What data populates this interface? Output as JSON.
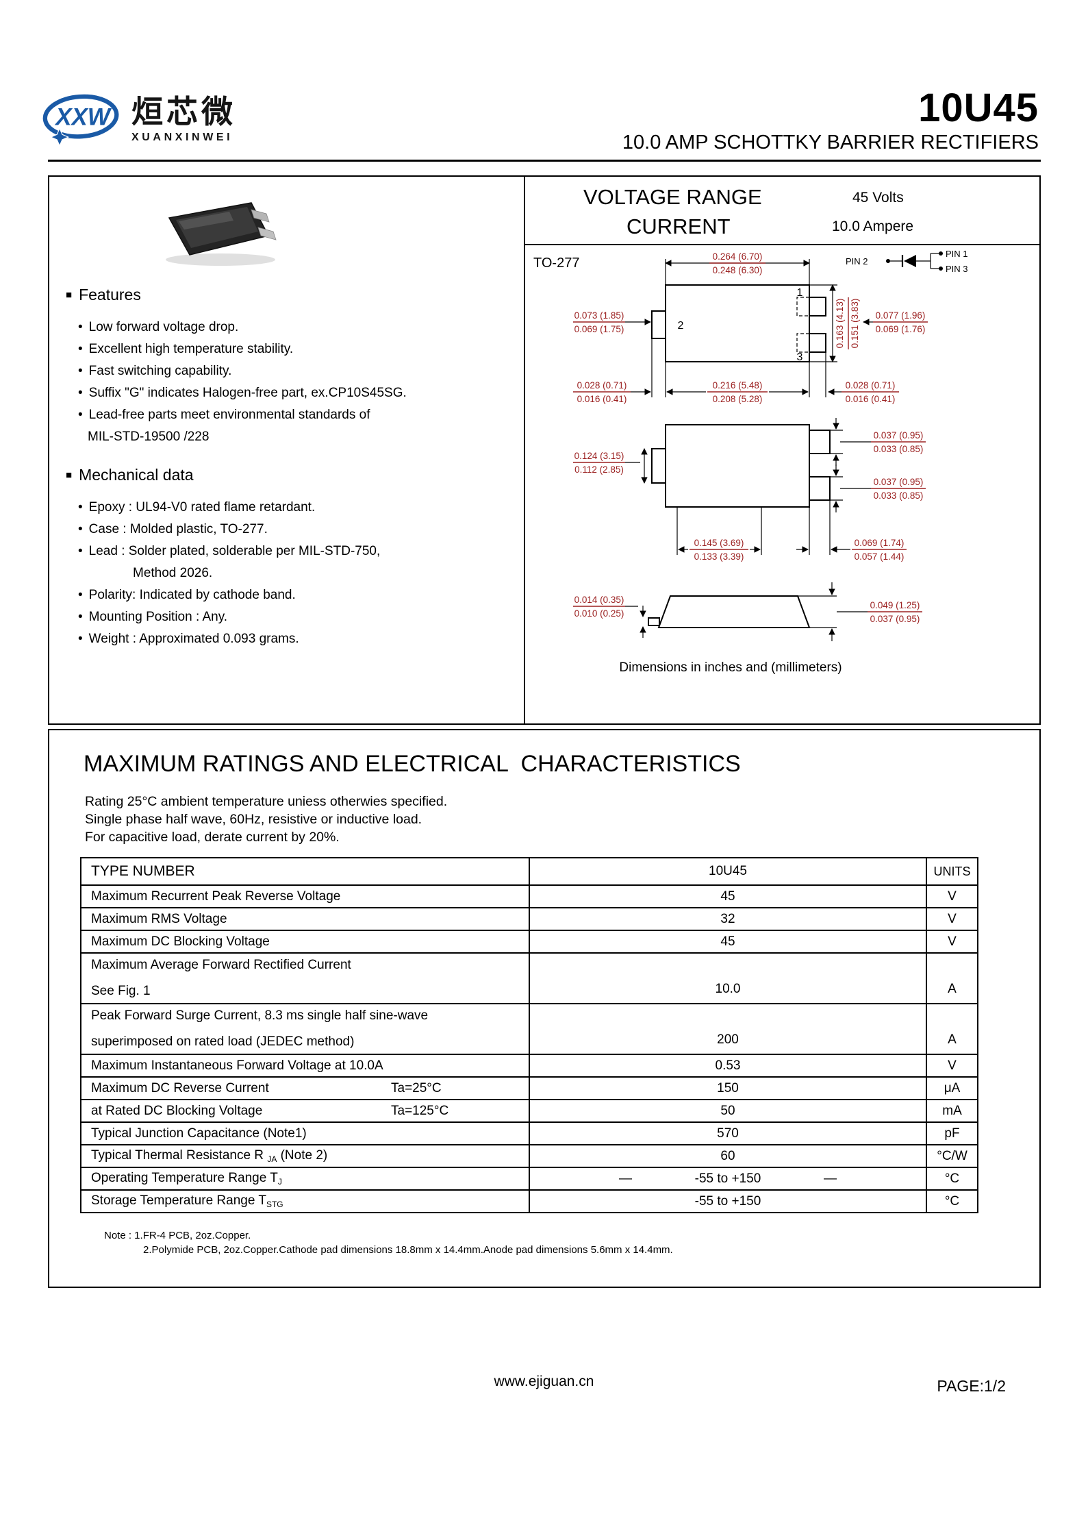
{
  "header": {
    "logo_xxw": "XXW",
    "logo_chinese": "烜芯微",
    "logo_latin": "XUANXINWEI",
    "part_number": "10U45",
    "subtitle": "10.0 AMP SCHOTTKY BARRIER RECTIFIERS"
  },
  "overview": {
    "voltage_range_label": "VOLTAGE RANGE",
    "voltage_range_value": "45 Volts",
    "current_label": "CURRENT",
    "current_value": "10.0 Ampere",
    "features_title": "Features",
    "features": [
      "Low forward voltage drop.",
      "Excellent high temperature stability.",
      "Fast switching capability.",
      "Suffix \"G\" indicates Halogen-free part, ex.CP10S45SG.",
      "Lead-free parts meet environmental standards of",
      "MIL-STD-19500 /228"
    ],
    "mechanical_title": "Mechanical data",
    "mechanical": [
      "Epoxy : UL94-V0 rated flame retardant.",
      "Case : Molded plastic, TO-277.",
      "Lead : Solder plated, solderable per MIL-STD-750,",
      "Method 2026.",
      "Polarity: Indicated by cathode band.",
      "Mounting Position : Any.",
      "Weight : Approximated 0.093 grams."
    ]
  },
  "drawing": {
    "package": "TO-277",
    "dims_note": "Dimensions in inches and (millimeters)",
    "pin1": "PIN 1",
    "pin2": "PIN 2",
    "pin3": "PIN 3",
    "num1": "1",
    "num2": "2",
    "num3": "3",
    "top_w_in": "0.264 (6.70)",
    "top_w_mm": "0.248 (6.30)",
    "left1_in": "0.073 (1.85)",
    "left1_mm": "0.069 (1.75)",
    "right1_in": "0.077 (1.96)",
    "right1_mm": "0.069 (1.76)",
    "vert1_in": "0.163 (4.13)",
    "vert1_mm": "0.151 (3.83)",
    "bot_l_in": "0.028 (0.71)",
    "bot_l_mm": "0.016 (0.41)",
    "bot_c_in": "0.216 (5.48)",
    "bot_c_mm": "0.208 (5.28)",
    "bot_r_in": "0.028 (0.71)",
    "bot_r_mm": "0.016 (0.41)",
    "mid_left_in": "0.124 (3.15)",
    "mid_left_mm": "0.112 (2.85)",
    "pad_top_in": "0.037 (0.95)",
    "pad_top_mm": "0.033 (0.85)",
    "pad_bot_in": "0.037 (0.95)",
    "pad_bot_mm": "0.033 (0.85)",
    "mid_b1_in": "0.145 (3.69)",
    "mid_b1_mm": "0.133 (3.39)",
    "mid_b2_in": "0.069 (1.74)",
    "mid_b2_mm": "0.057 (1.44)",
    "side_l_in": "0.014 (0.35)",
    "side_l_mm": "0.010 (0.25)",
    "side_r_in": "0.049 (1.25)",
    "side_r_mm": "0.037 (0.95)"
  },
  "ratings": {
    "title": "MAXIMUM RATINGS AND ELECTRICAL  CHARACTERISTICS",
    "conditions": [
      "Rating 25°C ambient temperature uniess otherwies specified.",
      "Single phase half wave, 60Hz, resistive or inductive load.",
      "For capacitive load, derate current by 20%."
    ],
    "header": {
      "type_number": "TYPE NUMBER",
      "part": "10U45",
      "units": "UNITS"
    },
    "dash": "—",
    "rows": [
      {
        "l1": "Maximum Recurrent Peak Reverse Voltage",
        "value": "45",
        "unit": "V"
      },
      {
        "l1": "Maximum RMS Voltage",
        "value": "32",
        "unit": "V"
      },
      {
        "l1": "Maximum DC Blocking Voltage",
        "value": "45",
        "unit": "V"
      },
      {
        "l1": "Maximum Average Forward Rectified Current",
        "l2": "See Fig. 1",
        "value": "10.0",
        "unit": "A",
        "tall": true
      },
      {
        "l1": "Peak Forward Surge Current, 8.3 ms single half sine-wave",
        "l2": "superimposed on rated load (JEDEC method)",
        "value": "200",
        "unit": "A",
        "tall": true
      },
      {
        "l1": "Maximum Instantaneous Forward Voltage at 10.0A",
        "value": "0.53",
        "unit": "V"
      },
      {
        "l1": "Maximum DC Reverse Current",
        "cond": "Ta=25°C",
        "value": "150",
        "unit": "μA"
      },
      {
        "l1": "at Rated DC Blocking Voltage",
        "cond": "Ta=125°C",
        "value": "50",
        "unit": "mA"
      },
      {
        "l1": "Typical Junction Capacitance (Note1)",
        "value": "570",
        "unit": "pF"
      },
      {
        "l1": "Typical Thermal Resistance R ",
        "sub": "JA",
        "tail": " (Note 2)",
        "value": "60",
        "unit": "°C/W"
      },
      {
        "l1": "Operating Temperature Range T",
        "sub": "J",
        "value": "-55 to +150",
        "unit": "°C",
        "dashes": true
      },
      {
        "l1": "Storage Temperature Range T",
        "sub": "STG",
        "value": "-55 to +150",
        "unit": "°C"
      }
    ]
  },
  "notes": {
    "line1": "Note : 1.FR-4 PCB, 2oz.Copper.",
    "line2": "2.Polymide PCB, 2oz.Copper.Cathode pad dimensions 18.8mm x 14.4mm.Anode pad dimensions 5.6mm x 14.4mm."
  },
  "footer": {
    "url": "www.ejiguan.cn",
    "page": "PAGE:1/2"
  }
}
